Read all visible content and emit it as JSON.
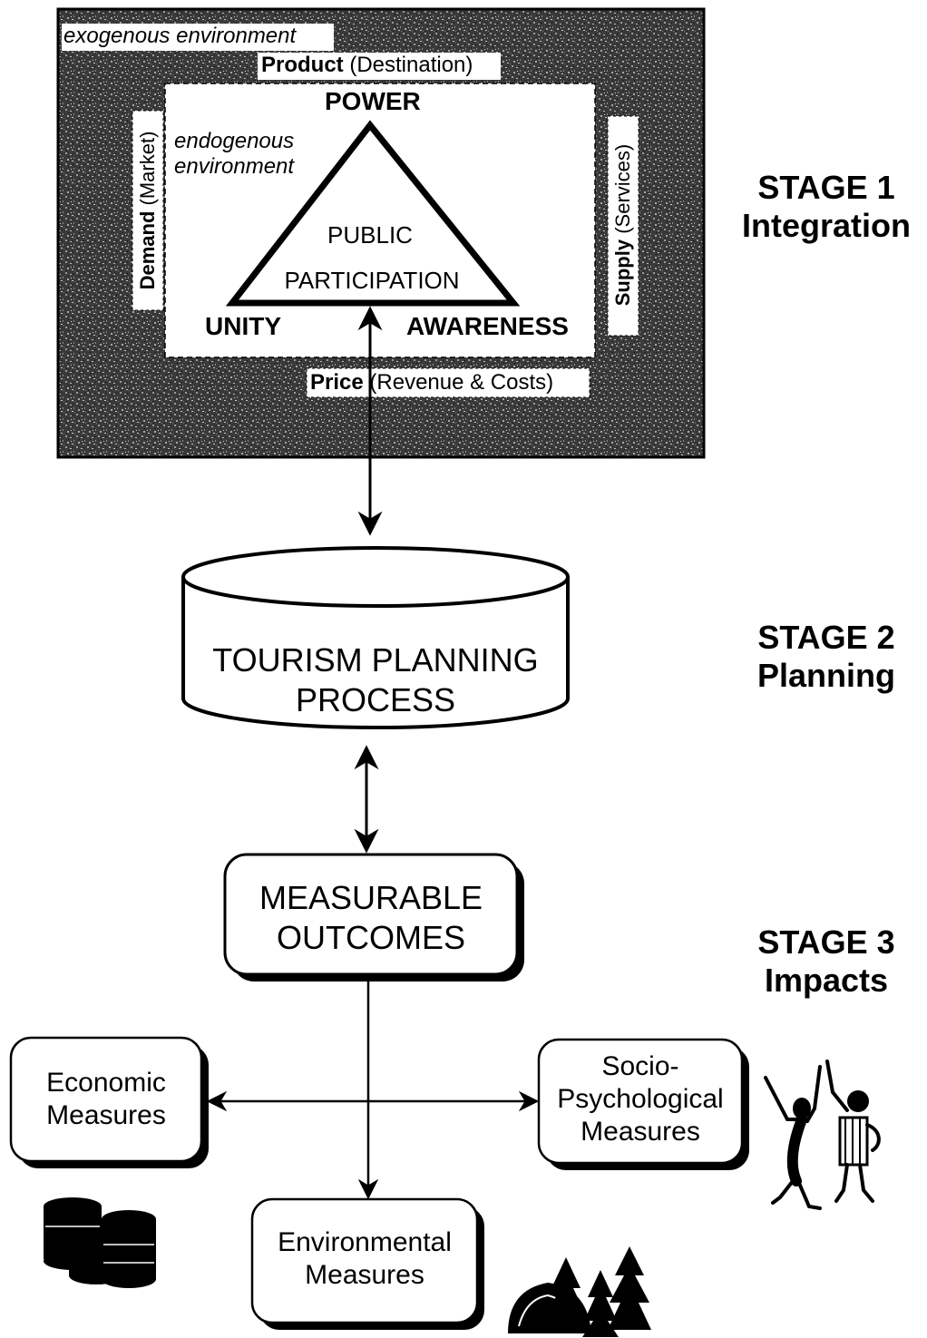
{
  "stage1": {
    "exogenous": "exogenous environment",
    "product_bold": "Product",
    "product_rest": "(Destination)",
    "demand_bold": "Demand",
    "demand_rest": "(Market)",
    "supply_bold": "Supply",
    "supply_rest": "(Services)",
    "price_bold": "Price",
    "price_rest": "(Revenue & Costs)",
    "endogenous_1": "endogenous",
    "endogenous_2": "environment",
    "power": "POWER",
    "unity": "UNITY",
    "awareness": "AWARENESS",
    "public": "PUBLIC",
    "participation": "PARTICIPATION"
  },
  "stages": [
    {
      "title": "STAGE 1",
      "subtitle": "Integration"
    },
    {
      "title": "STAGE 2",
      "subtitle": "Planning"
    },
    {
      "title": "STAGE 3",
      "subtitle": "Impacts"
    }
  ],
  "planning": {
    "line1": "TOURISM PLANNING",
    "line2": "PROCESS"
  },
  "outcomes": {
    "line1": "MEASURABLE",
    "line2": "OUTCOMES"
  },
  "measures": {
    "economic": {
      "line1": "Economic",
      "line2": "Measures"
    },
    "socio": {
      "line1": "Socio-",
      "line2": "Psychological",
      "line3": "Measures"
    },
    "environmental": {
      "line1": "Environmental",
      "line2": "Measures"
    }
  },
  "icons": [
    "coins-icon",
    "people-cheering-icon",
    "tent-trees-icon"
  ]
}
